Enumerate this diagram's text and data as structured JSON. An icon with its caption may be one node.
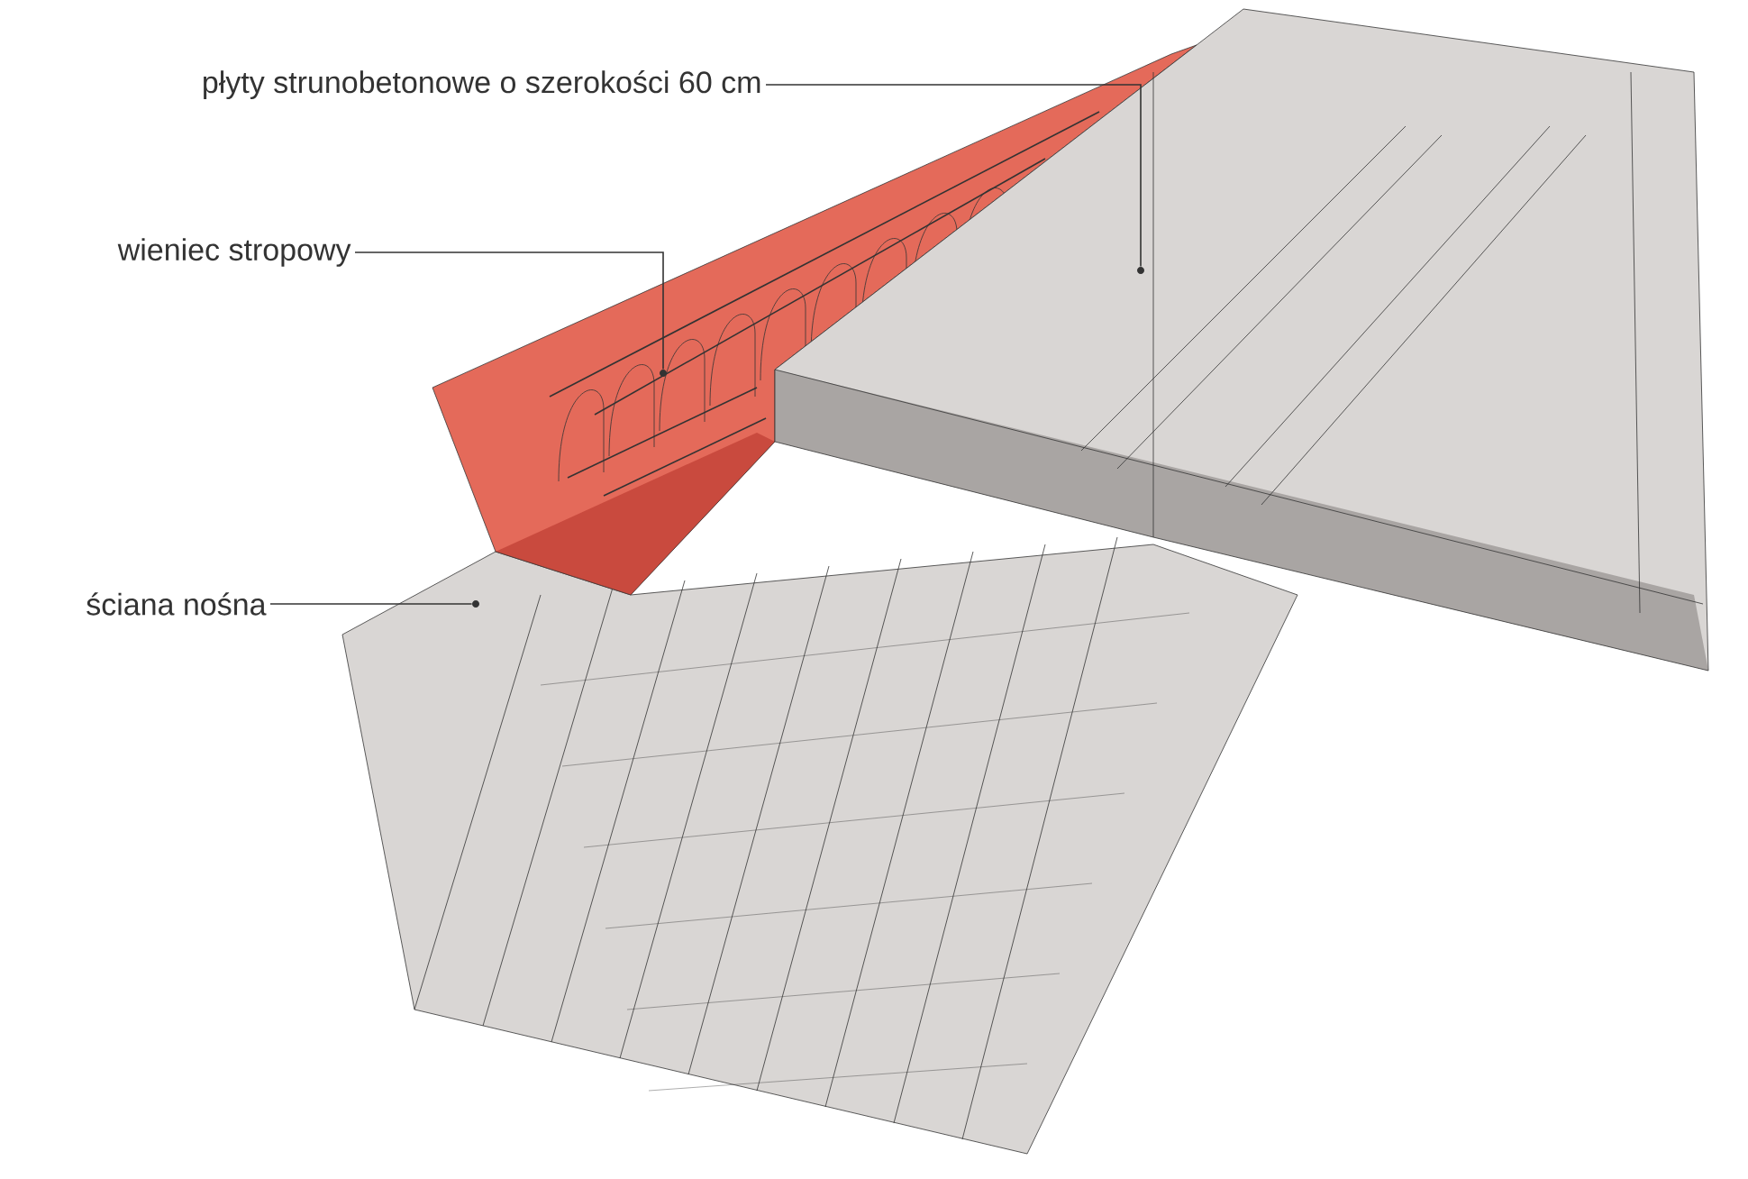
{
  "diagram": {
    "nodes": [
      {
        "text": [
          "płyty strunobetonowe o szerokości 60 cm"
        ]
      },
      {
        "text": [
          "wieniec stropowy"
        ]
      },
      {
        "text": [
          "ściana nośna"
        ]
      },
      {
        "text": [],
        "shape": "picture"
      },
      {
        "text": [],
        "shape": "picture"
      },
      {
        "text": [],
        "shape": "picture"
      }
    ],
    "edges": [
      {
        "from": 0,
        "to": 3,
        "arrow": "none"
      },
      {
        "from": 1,
        "to": 4,
        "arrow": "none"
      },
      {
        "from": 2,
        "to": 5,
        "arrow": "none"
      }
    ]
  }
}
